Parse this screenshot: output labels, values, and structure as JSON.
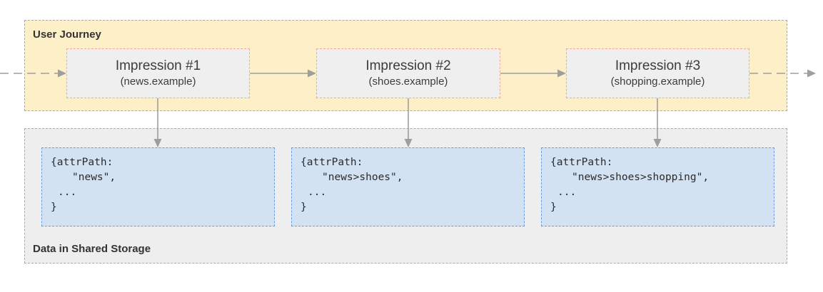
{
  "journey": {
    "title": "User Journey"
  },
  "storage": {
    "title": "Data in Shared Storage"
  },
  "impressions": [
    {
      "title": "Impression #1",
      "site": "(news.example)"
    },
    {
      "title": "Impression #2",
      "site": "(shoes.example)"
    },
    {
      "title": "Impression #3",
      "site": "(shopping.example)"
    }
  ],
  "records": [
    {
      "open": "{attrPath:",
      "value": "\"news\",",
      "more": "...",
      "close": "}"
    },
    {
      "open": "{attrPath:",
      "value": "\"news>shoes\",",
      "more": "...",
      "close": "}"
    },
    {
      "open": "{attrPath:",
      "value": "\"news>shoes>shopping\",",
      "more": "...",
      "close": "}"
    }
  ],
  "colors": {
    "journey_fill": "#fdefc8",
    "storage_fill": "#eeeeee",
    "impression_fill": "#efefef",
    "impression_border": "#f5a98c",
    "record_fill": "#d2e2f2",
    "record_border": "#6c9de0",
    "arrow": "#9e9e9e"
  }
}
